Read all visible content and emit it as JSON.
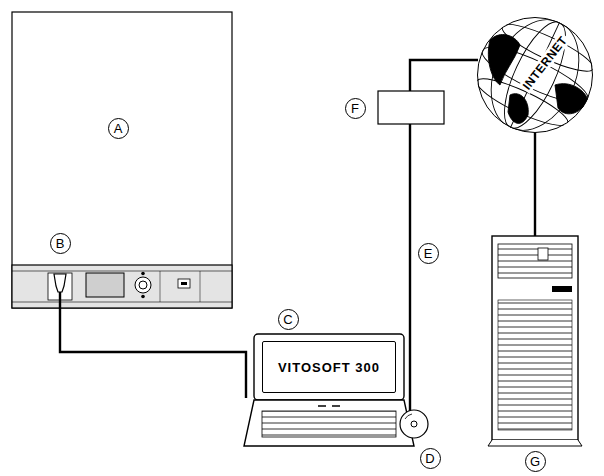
{
  "diagram": {
    "nodes": [
      {
        "text": [
          "VITOSOFT 300"
        ]
      },
      {
        "text": [
          "INTERNET"
        ]
      }
    ],
    "labels": [
      "A",
      "B",
      "C",
      "D",
      "E",
      "F",
      "G"
    ]
  }
}
